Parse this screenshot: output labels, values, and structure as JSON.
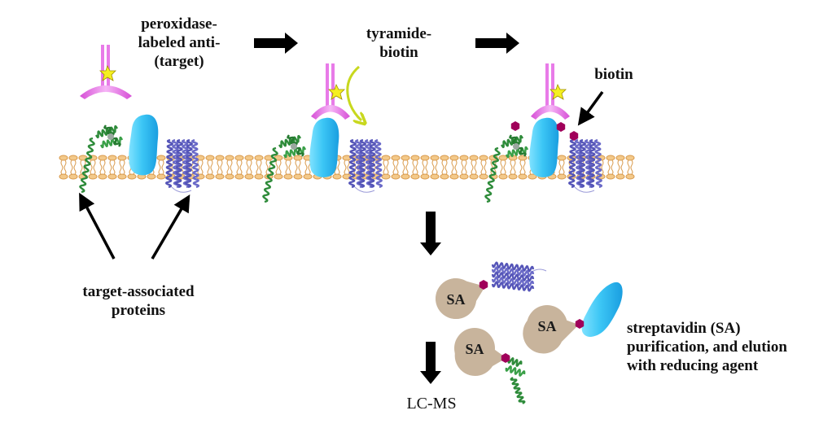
{
  "labels": {
    "step1": [
      "peroxidase-",
      "labeled anti-",
      "(target)"
    ],
    "step2": [
      "tyramide-",
      "biotin"
    ],
    "biotin": "biotin",
    "target_proteins": [
      "target-associated",
      "proteins"
    ],
    "purification": [
      "streptavidin (SA)",
      "purification, and elution",
      "with reducing agent"
    ],
    "lcms": "LC-MS",
    "sa": "SA"
  },
  "colors": {
    "antibody": "#e87be8",
    "star": "#f5f020",
    "target_protein": "#36b8ee",
    "green_protein": "#2e8b3a",
    "blue_protein": "#6a6ac8",
    "biotin": "#a0005a",
    "streptavidin": "#c8b49c",
    "lipid": "#d99a4c",
    "yellow_arrow": "#c8d81e",
    "arrow": "#000000"
  }
}
